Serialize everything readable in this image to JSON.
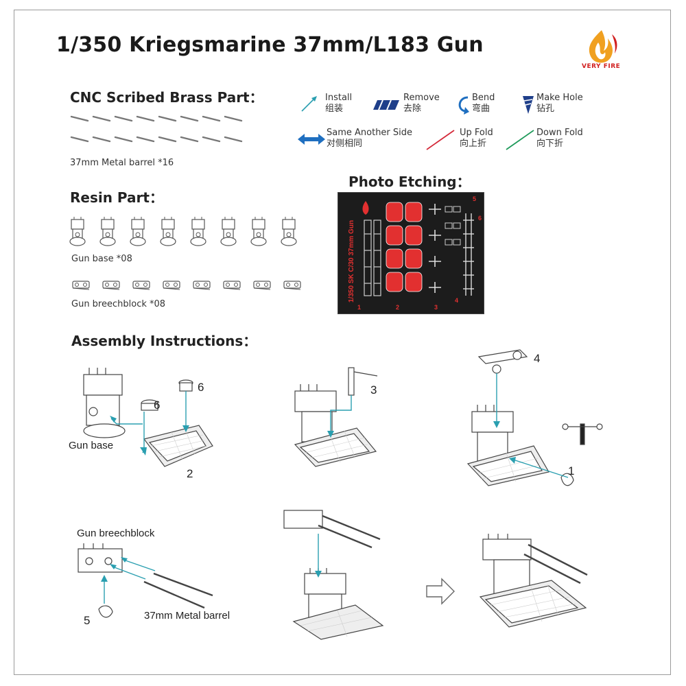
{
  "header": {
    "title": "1/350 Kriegsmarine 37mm/L183 Gun",
    "logo_text": "VERY FIRE",
    "colors": {
      "logo_orange": "#f0a020",
      "logo_red": "#d12020"
    }
  },
  "sections": {
    "cnc": "CNC Scribed Brass Part：",
    "resin": "Resin Part：",
    "photo": "Photo Etching：",
    "assembly": "Assembly Instructions："
  },
  "parts": {
    "barrel_label": "37mm Metal barrel *16",
    "gun_base_label": "Gun base *08",
    "breechblock_label": "Gun breechblock *08"
  },
  "legend": {
    "install": {
      "en": "Install",
      "cn": "组装",
      "icon": "install-arrow-icon"
    },
    "remove": {
      "en": "Remove",
      "cn": "去除",
      "icon": "remove-icon"
    },
    "bend": {
      "en": "Bend",
      "cn": "弯曲",
      "icon": "bend-icon"
    },
    "make_hole": {
      "en": "Make Hole",
      "cn": "钻孔",
      "icon": "drill-icon"
    },
    "same_side": {
      "en": "Same Another Side",
      "cn": "对侧相同",
      "icon": "double-arrow-icon"
    },
    "up_fold": {
      "en": "Up Fold",
      "cn": "向上折",
      "icon": "up-fold-line-icon"
    },
    "down_fold": {
      "en": "Down Fold",
      "cn": "向下折",
      "icon": "down-fold-line-icon"
    },
    "colors": {
      "install": "#2a9fb0",
      "blue": "#1f6fc0",
      "red": "#d42a3a",
      "green": "#1e9a5a"
    }
  },
  "etch": {
    "fret_label": "1/350 SK C/30 37mm Gun",
    "part_numbers": [
      "1",
      "2",
      "3",
      "4",
      "5",
      "6"
    ]
  },
  "assembly": {
    "step1": {
      "gun_base": "Gun base",
      "n2": "2",
      "n6a": "6",
      "n6b": "6"
    },
    "step2": {
      "n3": "3"
    },
    "step3": {
      "n4": "4",
      "n1": "1"
    },
    "step4": {
      "breechblock": "Gun breechblock",
      "barrel": "37mm Metal barrel",
      "n5": "5"
    }
  }
}
